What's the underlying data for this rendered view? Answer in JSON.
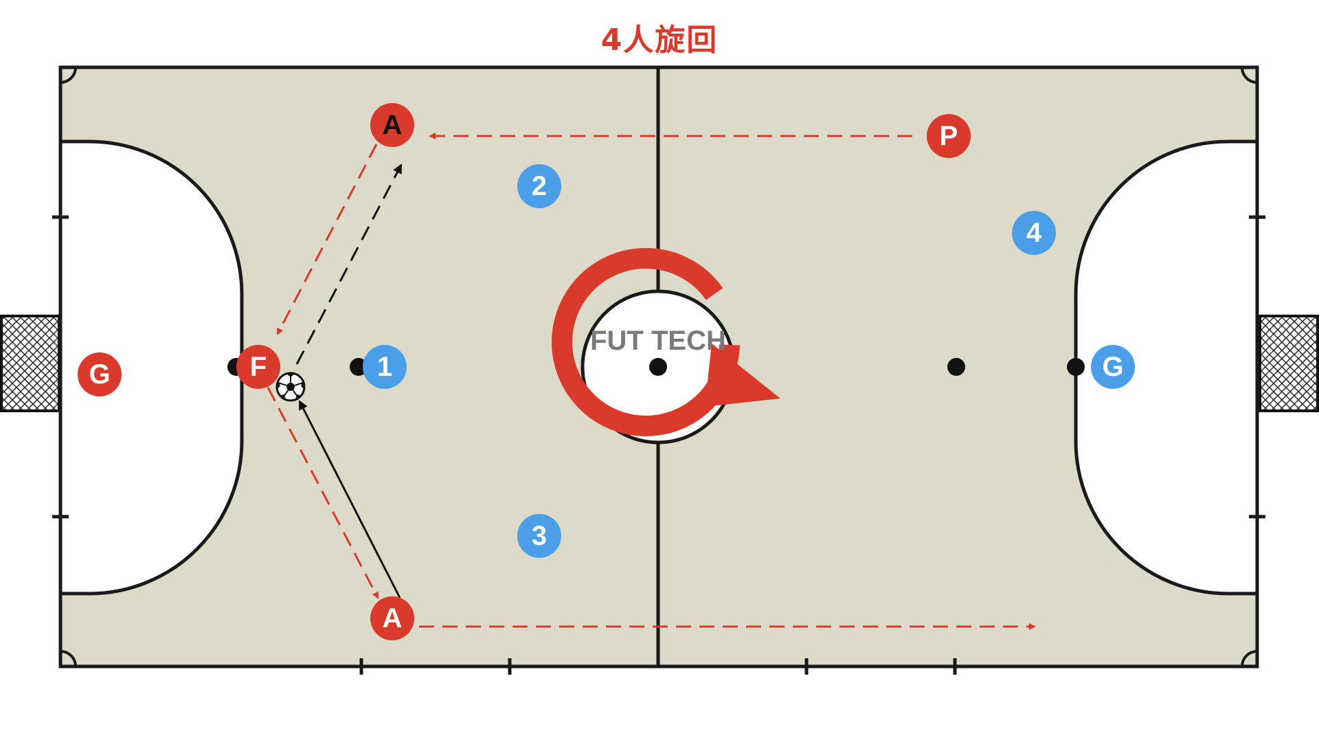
{
  "title": "4人旋回",
  "watermark": "FUT TECH",
  "colors": {
    "red": "#d93a2b",
    "blue": "#4a9fe8",
    "court": "#dcdac8",
    "line": "#1a1a1a",
    "label_dark": "#111111",
    "label_light": "#ffffff",
    "watermark": "#7a7a7a"
  },
  "players": [
    {
      "id": "goalkeeper-left",
      "label": "G",
      "team": "red"
    },
    {
      "id": "fixo",
      "label": "F",
      "team": "red"
    },
    {
      "id": "ala-top",
      "label": "A",
      "team": "red",
      "dark_label": true
    },
    {
      "id": "ala-bottom",
      "label": "A",
      "team": "red"
    },
    {
      "id": "pivo",
      "label": "P",
      "team": "red"
    },
    {
      "id": "defender-1",
      "label": "1",
      "team": "blue"
    },
    {
      "id": "defender-2",
      "label": "2",
      "team": "blue"
    },
    {
      "id": "defender-3",
      "label": "3",
      "team": "blue"
    },
    {
      "id": "defender-4",
      "label": "4",
      "team": "blue"
    },
    {
      "id": "goalkeeper-right",
      "label": "G",
      "team": "blue"
    }
  ],
  "icons": [
    "soccer-ball-icon",
    "rotation-arrow-icon",
    "goal-net-icon"
  ]
}
